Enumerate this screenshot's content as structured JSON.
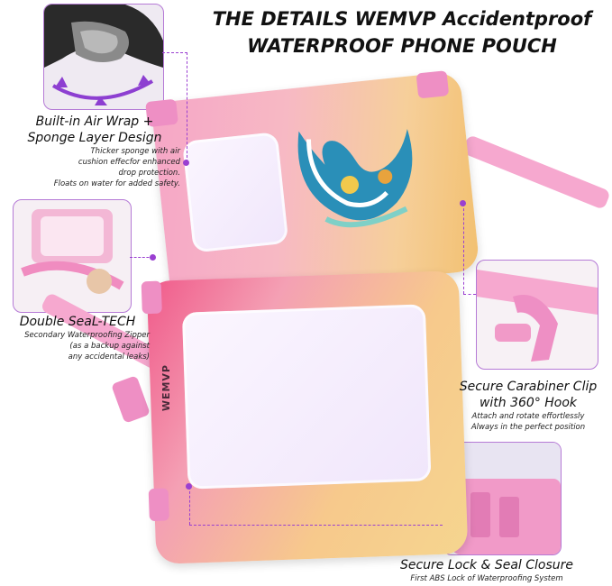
{
  "title": {
    "line1": "THE DETAILS WEMVP Accidentproof",
    "line2": "WATERPROOF PHONE POUCH"
  },
  "brand_mark": "WEMVP",
  "features": [
    {
      "heading_line1": "Built-in Air Wrap +",
      "heading_line2": "Sponge Layer Design",
      "desc_line1": "Thicker sponge with air",
      "desc_line2": "cushion effecfor enhanced",
      "desc_line3": "drop protection.",
      "desc_line4": "Floats on water for added safety."
    },
    {
      "heading_line1": "Double SeaL-TECH",
      "desc_line1": "Secondary Waterproofing Zipper",
      "desc_line2": "(as a backup against",
      "desc_line3": "any accidental leaks)"
    },
    {
      "heading_line1": "Secure Carabiner Clip",
      "heading_line2": "with 360° Hook",
      "desc_line1": "Attach and rotate effortlessly",
      "desc_line2": "Always in the perfect position"
    },
    {
      "heading_line1": "Secure Lock & Seal Closure",
      "desc_line1": "First ABS Lock of Waterproofing System"
    }
  ],
  "colors": {
    "accent": "#9a3fd1",
    "pouch_pink": "#f6a6c7",
    "pouch_orange": "#f2c070",
    "strap_pink": "#f6a8cf"
  }
}
